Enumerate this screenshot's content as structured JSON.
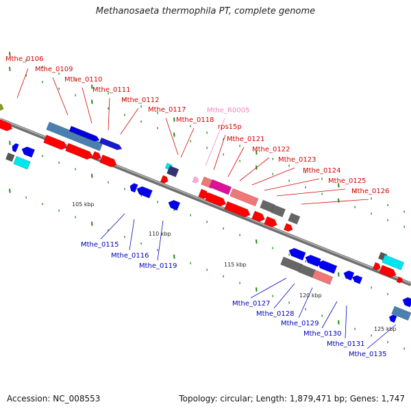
{
  "title": "Methanosaeta thermophila PT, complete genome",
  "accession": "Accession: NC_008553",
  "stats": "Topology: circular; Length: 1,879,471 bp; Genes: 1,747",
  "colors": {
    "forward_label": "#d40000",
    "reverse_label": "#0000bb",
    "rna_label": "#ee88bb",
    "backbone": "#8a8a8a",
    "tick": "#1a8c1a"
  },
  "scale_labels": [
    "105 kbp",
    "110 kbp",
    "115 kbp",
    "120 kbp",
    "125 kbp"
  ],
  "forward_labels": [
    "Mthe_0106",
    "Mthe_0109",
    "Mthe_0110",
    "Mthe_0111",
    "Mthe_0112",
    "Mthe_0117",
    "Mthe_0118",
    "Mthe_R0005",
    "rps15p",
    "Mthe_0121",
    "Mthe_0122",
    "Mthe_0123",
    "Mthe_0124",
    "Mthe_0125",
    "Mthe_0126"
  ],
  "reverse_labels": [
    "Mthe_0115",
    "Mthe_0116",
    "Mthe_0119",
    "Mthe_0127",
    "Mthe_0128",
    "Mthe_0129",
    "Mthe_0130",
    "Mthe_0131",
    "Mthe_0135"
  ]
}
